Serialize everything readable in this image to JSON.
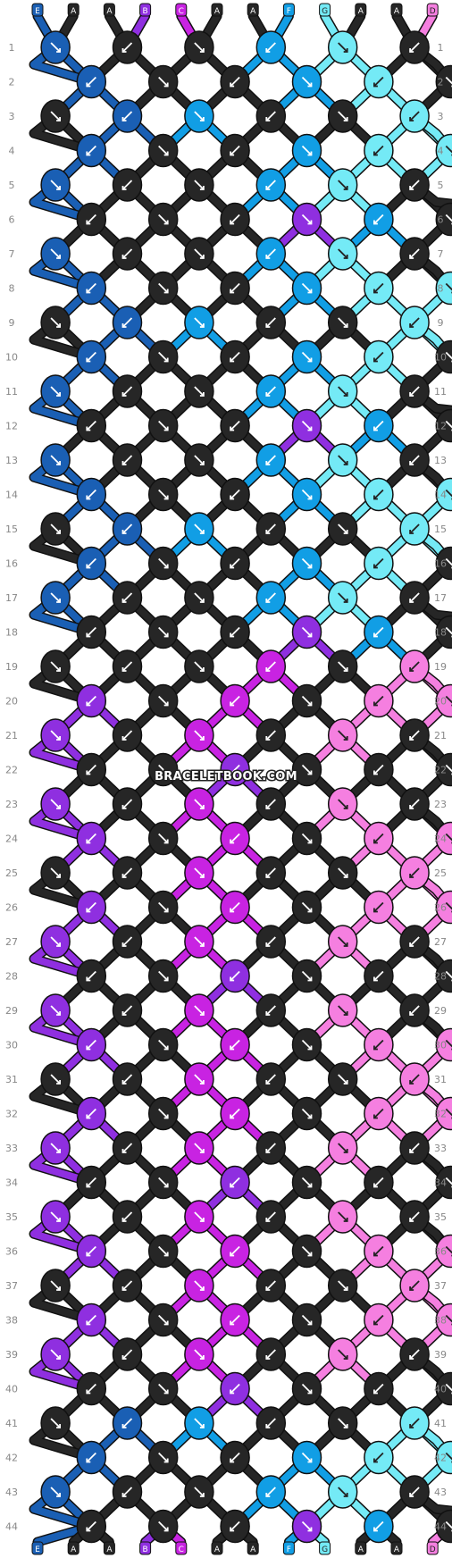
{
  "watermark": "BRACELETBOOK.COM",
  "colors": {
    "E": "#1a5fb4",
    "A": "#262626",
    "B": "#8f2fe0",
    "C": "#c823e2",
    "F": "#119ee5",
    "G": "#74eaf6",
    "D": "#f57fe0"
  },
  "strings_top": [
    "E",
    "A",
    "A",
    "B",
    "C",
    "A",
    "A",
    "F",
    "G",
    "A",
    "A",
    "D"
  ],
  "strings_bottom": [
    "E",
    "A",
    "A",
    "B",
    "C",
    "A",
    "A",
    "F",
    "G",
    "A",
    "A",
    "D"
  ],
  "row_count": 44,
  "knot_rows": [
    "EAAFGA",
    "EAAFGA",
    "AEFAAG",
    "EAAFGG",
    "EAAFGA",
    "AAABFAAA",
    "EAAFGA",
    "EAAFGG",
    "AEFAAG",
    "EAAFGA",
    "EAAFGA",
    "AAABFAAA",
    "EAAFGA",
    "EAAFGG",
    "AEFAAG",
    "EAAFGA",
    "EAAFGA",
    "AAABFAAA",
    "AAACAD",
    "BACADD",
    "BACADA",
    "AABAAA",
    "BACADA",
    "BACADD",
    "AACAAD",
    "BACADD",
    "BACADA",
    "AABAAA",
    "BACADA",
    "BACADD",
    "AACAAD",
    "BACADD",
    "BACADA",
    "AABAAA",
    "BACADA",
    "BACADD",
    "AACAAD",
    "BACADD",
    "BACADA",
    "AABAAA",
    "AEFAAG",
    "EAAFGG",
    "EAAFGA",
    "AAABFAAA"
  ]
}
